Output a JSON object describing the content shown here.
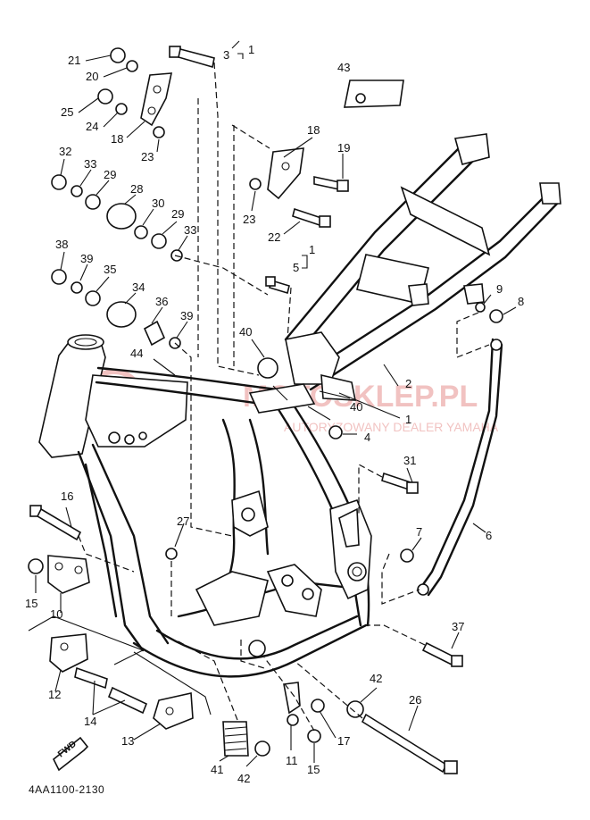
{
  "diagram": {
    "drawing_code": "4AA1100-2130",
    "fwd_label": "FWD",
    "watermark": {
      "main": "MOTOSKLEP.PL",
      "sub": "AUTORYZOWANY DEALER YAMAHA",
      "color": "#d9534f"
    },
    "callouts": [
      {
        "id": "c21",
        "label": "21"
      },
      {
        "id": "c20",
        "label": "20"
      },
      {
        "id": "c3",
        "label": "3"
      },
      {
        "id": "c1a",
        "label": "1"
      },
      {
        "id": "c43",
        "label": "43"
      },
      {
        "id": "c25",
        "label": "25"
      },
      {
        "id": "c24",
        "label": "24"
      },
      {
        "id": "c18a",
        "label": "18"
      },
      {
        "id": "c23a",
        "label": "23"
      },
      {
        "id": "c18b",
        "label": "18"
      },
      {
        "id": "c19",
        "label": "19"
      },
      {
        "id": "c32",
        "label": "32"
      },
      {
        "id": "c33a",
        "label": "33"
      },
      {
        "id": "c29a",
        "label": "29"
      },
      {
        "id": "c28",
        "label": "28"
      },
      {
        "id": "c30",
        "label": "30"
      },
      {
        "id": "c29b",
        "label": "29"
      },
      {
        "id": "c23b",
        "label": "23"
      },
      {
        "id": "c22",
        "label": "22"
      },
      {
        "id": "c33b",
        "label": "33"
      },
      {
        "id": "c38",
        "label": "38"
      },
      {
        "id": "c39a",
        "label": "39"
      },
      {
        "id": "c35",
        "label": "35"
      },
      {
        "id": "c1b",
        "label": "1"
      },
      {
        "id": "c5",
        "label": "5"
      },
      {
        "id": "c34",
        "label": "34"
      },
      {
        "id": "c36",
        "label": "36"
      },
      {
        "id": "c39b",
        "label": "39"
      },
      {
        "id": "c9",
        "label": "9"
      },
      {
        "id": "c8",
        "label": "8"
      },
      {
        "id": "c40a",
        "label": "40"
      },
      {
        "id": "c44",
        "label": "44"
      },
      {
        "id": "c2",
        "label": "2"
      },
      {
        "id": "c40b",
        "label": "40"
      },
      {
        "id": "c1c",
        "label": "1"
      },
      {
        "id": "c4",
        "label": "4"
      },
      {
        "id": "c31",
        "label": "31"
      },
      {
        "id": "c16",
        "label": "16"
      },
      {
        "id": "c27",
        "label": "27"
      },
      {
        "id": "c6",
        "label": "6"
      },
      {
        "id": "c7",
        "label": "7"
      },
      {
        "id": "c15a",
        "label": "15"
      },
      {
        "id": "c10",
        "label": "10"
      },
      {
        "id": "c37",
        "label": "37"
      },
      {
        "id": "c12",
        "label": "12"
      },
      {
        "id": "c42a",
        "label": "42"
      },
      {
        "id": "c26",
        "label": "26"
      },
      {
        "id": "c14",
        "label": "14"
      },
      {
        "id": "c17",
        "label": "17"
      },
      {
        "id": "c13",
        "label": "13"
      },
      {
        "id": "c41",
        "label": "41"
      },
      {
        "id": "c11",
        "label": "11"
      },
      {
        "id": "c15b",
        "label": "15"
      },
      {
        "id": "c42b",
        "label": "42"
      }
    ]
  }
}
